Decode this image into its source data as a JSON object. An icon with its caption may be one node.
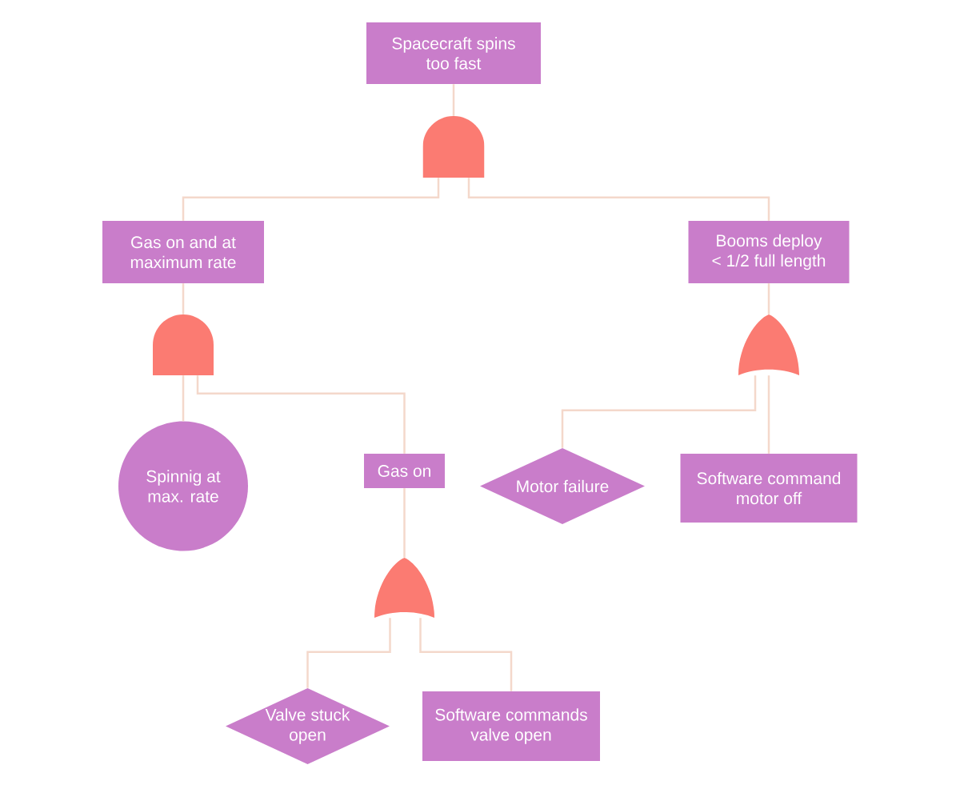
{
  "diagram": {
    "nodes": [
      {
        "text": [
          "Spacecraft spins too fast"
        ]
      },
      {
        "text": [],
        "shape": "and-gate"
      },
      {
        "text": [
          "Gas on and at maximum rate"
        ]
      },
      {
        "text": [
          "Booms deploy < 1/2 full length"
        ]
      },
      {
        "text": [],
        "shape": "and-gate"
      },
      {
        "text": [],
        "shape": "or-gate"
      },
      {
        "text": [
          "Spinnig at max. rate"
        ]
      },
      {
        "text": [
          "Gas on"
        ]
      },
      {
        "text": [
          "Motor failure"
        ]
      },
      {
        "text": [
          "Software command motor off"
        ]
      },
      {
        "text": [],
        "shape": "or-gate"
      },
      {
        "text": [
          "Valve stuck open"
        ]
      },
      {
        "text": [
          "Software commands valve open"
        ]
      }
    ],
    "edges": [
      {
        "from": 0,
        "to": 1,
        "arrow": "none"
      },
      {
        "from": 1,
        "to": 2,
        "arrow": "none"
      },
      {
        "from": 1,
        "to": 3,
        "arrow": "none"
      },
      {
        "from": 2,
        "to": 4,
        "arrow": "none"
      },
      {
        "from": 3,
        "to": 5,
        "arrow": "none"
      },
      {
        "from": 4,
        "to": 6,
        "arrow": "none"
      },
      {
        "from": 4,
        "to": 7,
        "arrow": "none"
      },
      {
        "from": 5,
        "to": 8,
        "arrow": "none"
      },
      {
        "from": 5,
        "to": 9,
        "arrow": "none"
      },
      {
        "from": 7,
        "to": 10,
        "arrow": "none"
      },
      {
        "from": 10,
        "to": 11,
        "arrow": "none"
      },
      {
        "from": 10,
        "to": 12,
        "arrow": "none"
      }
    ]
  }
}
